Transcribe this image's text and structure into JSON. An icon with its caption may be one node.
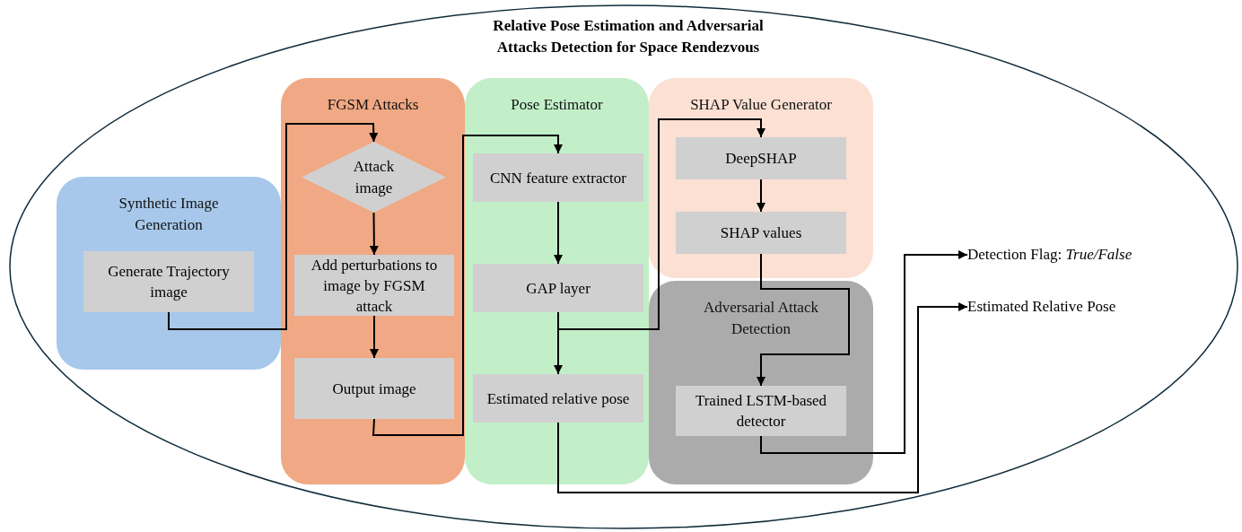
{
  "diagram": {
    "nodes": [
      {
        "text": [
          "Relative Pose Estimation and Adversarial Attacks Detection for Space Rendezvous"
        ]
      },
      {
        "text": [
          "Synthetic Image Generation"
        ],
        "in": 0
      },
      {
        "text": [
          "Generate Trajectory image"
        ],
        "in": 1
      },
      {
        "text": [
          "FGSM Attacks"
        ],
        "in": 0
      },
      {
        "text": [
          "Attack image"
        ],
        "in": 3
      },
      {
        "text": [
          "Add perturbations to image by FGSM attack"
        ],
        "in": 3
      },
      {
        "text": [
          "Output image"
        ],
        "in": 3
      },
      {
        "text": [
          "Pose Estimator"
        ],
        "in": 0
      },
      {
        "text": [
          "CNN feature extractor"
        ],
        "in": 7
      },
      {
        "text": [
          "GAP layer"
        ],
        "in": 7
      },
      {
        "text": [
          "Estimated relative pose"
        ],
        "in": 7
      },
      {
        "text": [
          "SHAP Value Generator"
        ],
        "in": 0
      },
      {
        "text": [
          "DeepSHAP"
        ],
        "in": 11
      },
      {
        "text": [
          "SHAP values"
        ],
        "in": 11
      },
      {
        "text": [
          "Adversarial Attack Detection"
        ],
        "in": 0
      },
      {
        "text": [
          "Trained LSTM-based detector"
        ],
        "in": 14
      },
      {
        "text": [
          "Detection Flag: *True/False*"
        ],
        "in": 0
      },
      {
        "text": [
          "Estimated Relative Pose"
        ],
        "in": 0
      }
    ],
    "edges": [
      {
        "from": 2,
        "to": 4,
        "arrow": "to"
      },
      {
        "from": 4,
        "to": 5,
        "arrow": "to"
      },
      {
        "from": 5,
        "to": 6,
        "arrow": "to"
      },
      {
        "from": 6,
        "to": 8,
        "arrow": "to"
      },
      {
        "from": 8,
        "to": 9,
        "arrow": "to"
      },
      {
        "from": 9,
        "to": 10,
        "arrow": "to"
      },
      {
        "from": 9,
        "to": 12,
        "arrow": "to"
      },
      {
        "from": 12,
        "to": 13,
        "arrow": "to"
      },
      {
        "from": 13,
        "to": 15,
        "arrow": "to"
      },
      {
        "from": 15,
        "to": 16,
        "arrow": "to"
      },
      {
        "from": 10,
        "to": 17,
        "arrow": "to"
      }
    ]
  }
}
